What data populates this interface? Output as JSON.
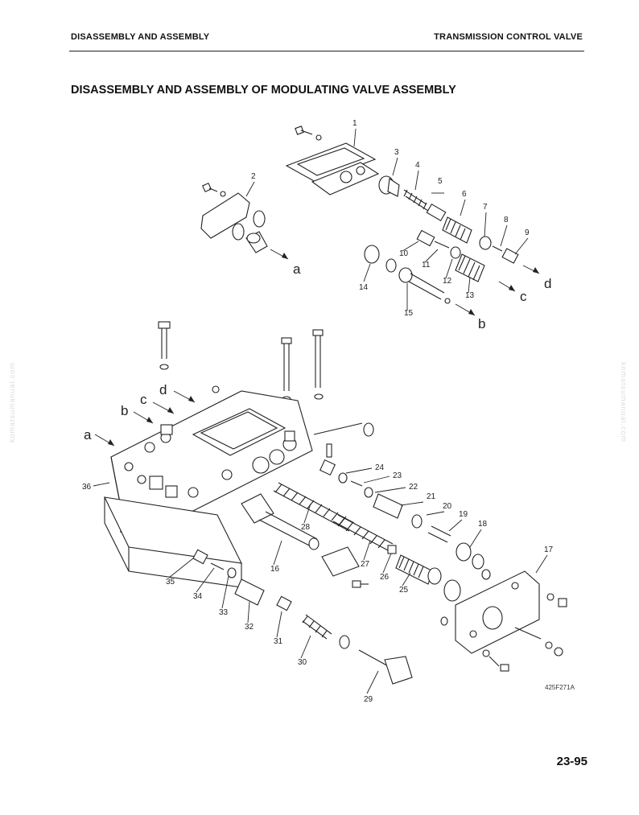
{
  "header": {
    "left": "DISASSEMBLY AND ASSEMBLY",
    "right": "TRANSMISSION CONTROL VALVE"
  },
  "title": "DISASSEMBLY AND ASSEMBLY OF MODULATING VALVE ASSEMBLY",
  "figure_id": "425F271A",
  "page_number": "23-95",
  "watermark": "komatsumanual.com",
  "part_numbers": [
    "1",
    "2",
    "3",
    "4",
    "5",
    "6",
    "7",
    "8",
    "9",
    "10",
    "11",
    "12",
    "13",
    "14",
    "15",
    "16",
    "17",
    "18",
    "19",
    "20",
    "21",
    "22",
    "23",
    "24",
    "25",
    "26",
    "27",
    "28",
    "29",
    "30",
    "31",
    "32",
    "33",
    "34",
    "35",
    "36"
  ],
  "ref_letters": [
    "a",
    "b",
    "c",
    "d"
  ]
}
